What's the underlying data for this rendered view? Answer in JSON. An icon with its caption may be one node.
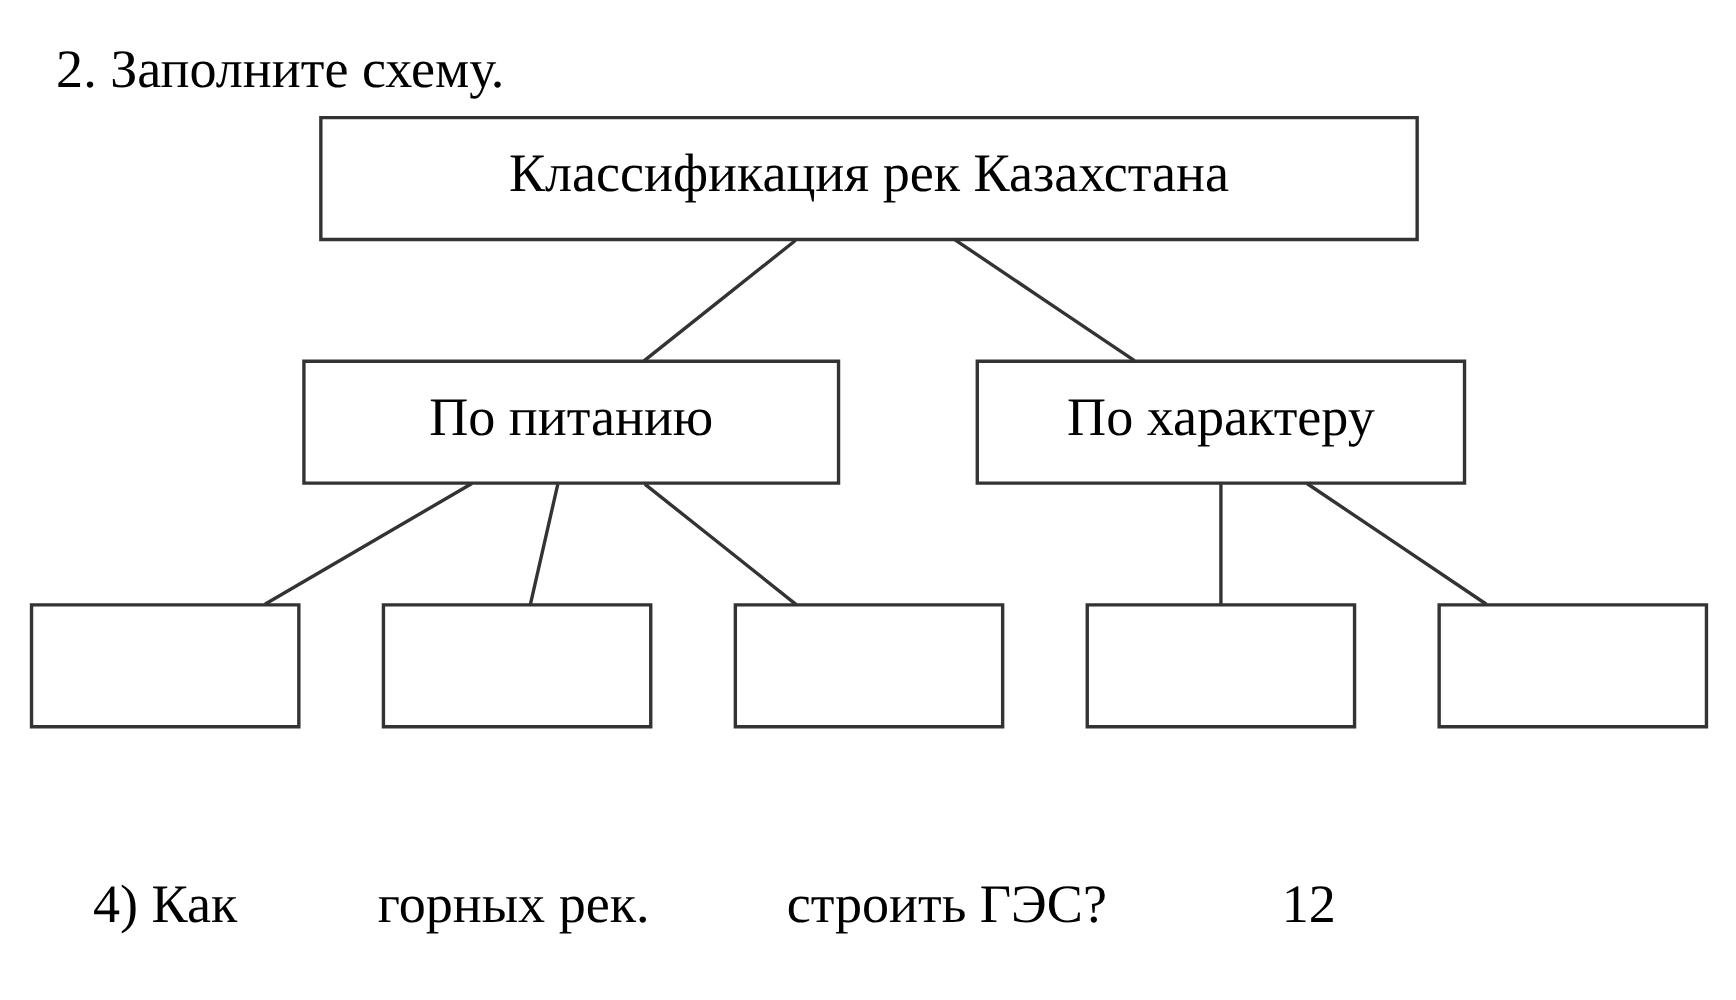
{
  "diagram": {
    "title": "2. Заполните схему.",
    "nodes": [
      {
        "text": [
          "Классификация рек Казахстана"
        ]
      },
      {
        "text": [
          "По питанию"
        ]
      },
      {
        "text": [
          "По характеру"
        ]
      },
      {
        "text": [],
        "shape": "box"
      },
      {
        "text": [],
        "shape": "box"
      },
      {
        "text": [],
        "shape": "box"
      },
      {
        "text": [],
        "shape": "box"
      },
      {
        "text": [],
        "shape": "box"
      }
    ],
    "edges": [
      {
        "from": 0,
        "to": 1,
        "arrow": "none"
      },
      {
        "from": 0,
        "to": 2,
        "arrow": "none"
      },
      {
        "from": 1,
        "to": 3,
        "arrow": "none"
      },
      {
        "from": 1,
        "to": 4,
        "arrow": "none"
      },
      {
        "from": 1,
        "to": 5,
        "arrow": "none"
      },
      {
        "from": 2,
        "to": 6,
        "arrow": "none"
      },
      {
        "from": 2,
        "to": 7,
        "arrow": "none"
      }
    ],
    "labels": [
      "4) Как",
      "горных рек.",
      "строить ГЭС?",
      "12"
    ]
  }
}
